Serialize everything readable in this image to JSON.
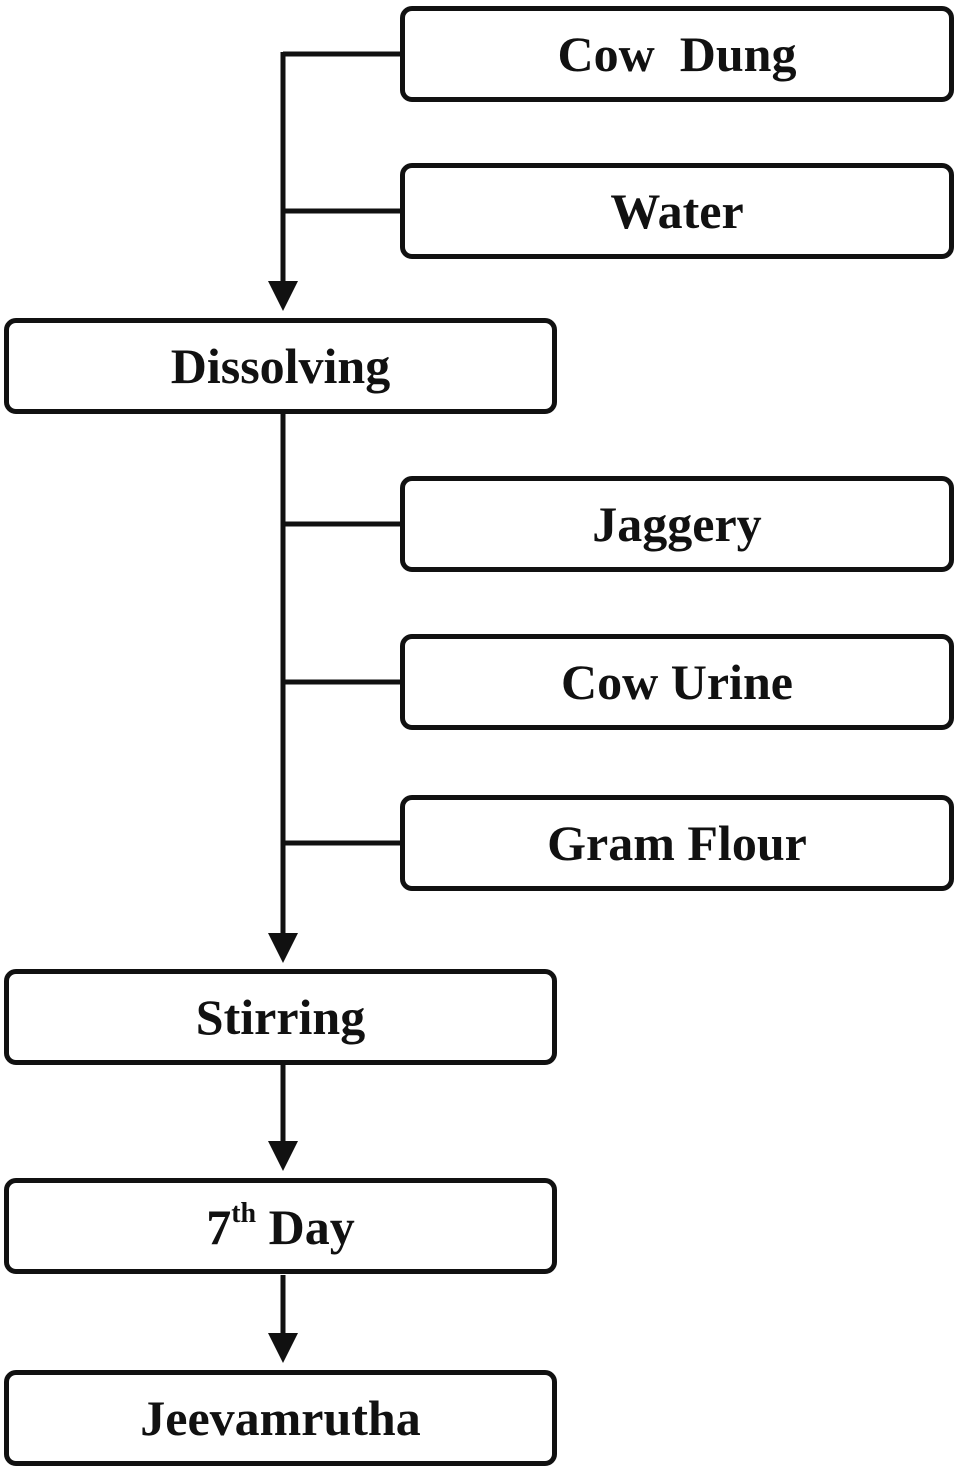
{
  "diagram": {
    "type": "flowchart",
    "ingredients_stage1": [
      {
        "label": "Cow  Dung"
      },
      {
        "label": "Water"
      }
    ],
    "ingredients_stage2": [
      {
        "label": "Jaggery"
      },
      {
        "label": "Cow Urine"
      },
      {
        "label": "Gram Flour"
      }
    ],
    "steps": {
      "dissolving": "Dissolving",
      "stirring": "Stirring",
      "day_number": "7",
      "day_suffix": "th",
      "day_word": "Day",
      "final": "Jeevamrutha"
    }
  }
}
